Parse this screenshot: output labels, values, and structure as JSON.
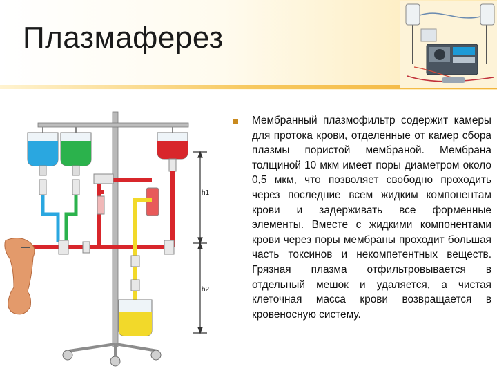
{
  "slide": {
    "title": "Плазмаферез",
    "bullet_text": "Мембранный плазмофильтр содержит камеры для протока крови, отделенные от камер сбора плазмы пористой мембраной. Мембрана толщиной 10 мкм имеет поры диаметром около 0,5 мкм, что позволяет свободно проходить через последние всем жидким компонентам крови и задерживать все форменные элементы. Вместе с жидкими компонентами крови через поры мембраны проходит большая часть токсинов и некомпетентных веществ. Грязная плазма отфильтровывается в отдельный мешок и удаляется, а чистая клеточная масса крови возвращается в кровеносную систему."
  },
  "diagram": {
    "labels": {
      "h1": "h1",
      "h2": "h2"
    }
  },
  "colors": {
    "accent": "#c98a1e",
    "blood_red": "#d8262b",
    "solution_blue": "#2aa7e0",
    "solution_green": "#2bb24c",
    "plasma_yellow": "#f2d92a"
  }
}
